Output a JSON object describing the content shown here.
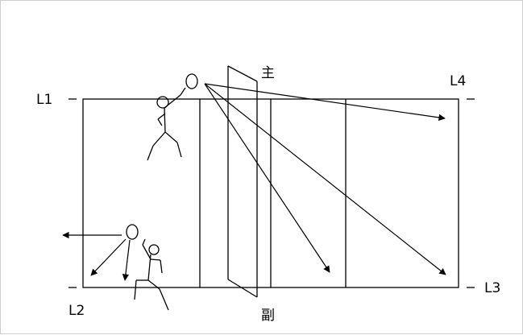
{
  "labels": {
    "l1": "L1",
    "l2": "L2",
    "l3": "L3",
    "l4": "L4",
    "main_referee": "主",
    "assistant_referee": "副"
  },
  "colors": {
    "stroke": "#000000",
    "background": "#ffffff",
    "frame_border": "#cfcfcf"
  }
}
